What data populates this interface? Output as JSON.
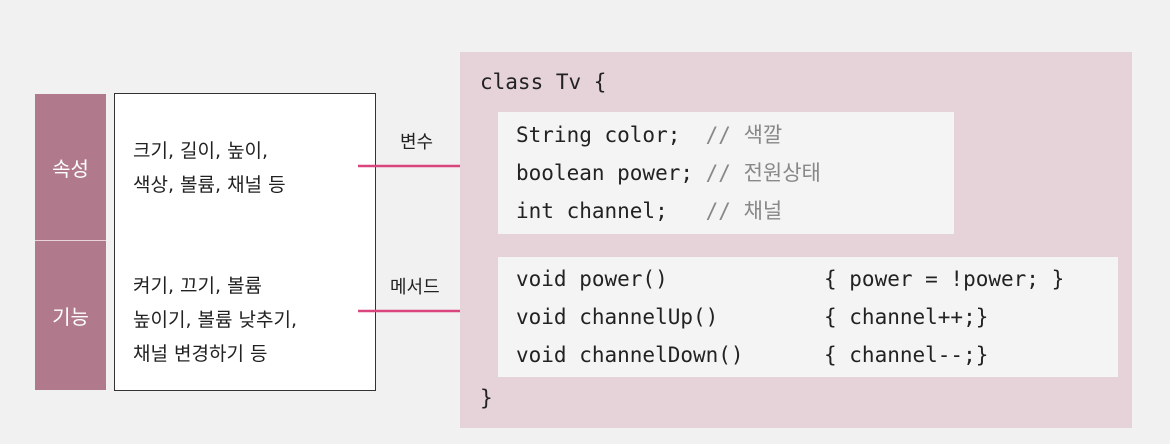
{
  "labels": {
    "attributes": "속성",
    "functions": "기능"
  },
  "descriptions": {
    "attributes": "크기, 길이, 높이,\n색상, 볼륨, 채널 등",
    "functions": "켜기, 끄기, 볼륨\n높이기, 볼륨 낮추기,\n채널 변경하기 등"
  },
  "arrows": {
    "variables": "변수",
    "methods": "메서드"
  },
  "colors": {
    "label_bg": "#b07a8c",
    "class_bg": "#e6d3da",
    "arrow": "#d9467e"
  },
  "code": {
    "class_open": "class Tv {",
    "class_close": "}",
    "fields": [
      {
        "decl": "String color;  ",
        "comment": "// 색깔"
      },
      {
        "decl": "boolean power; ",
        "comment": "// 전원상태"
      },
      {
        "decl": "int channel;   ",
        "comment": "// 채널"
      }
    ],
    "methods": [
      {
        "sig": "void power()",
        "body": "{ power = !power; }"
      },
      {
        "sig": "void channelUp()",
        "body": "{ channel++;}"
      },
      {
        "sig": "void channelDown()",
        "body": "{ channel--;}"
      }
    ]
  }
}
